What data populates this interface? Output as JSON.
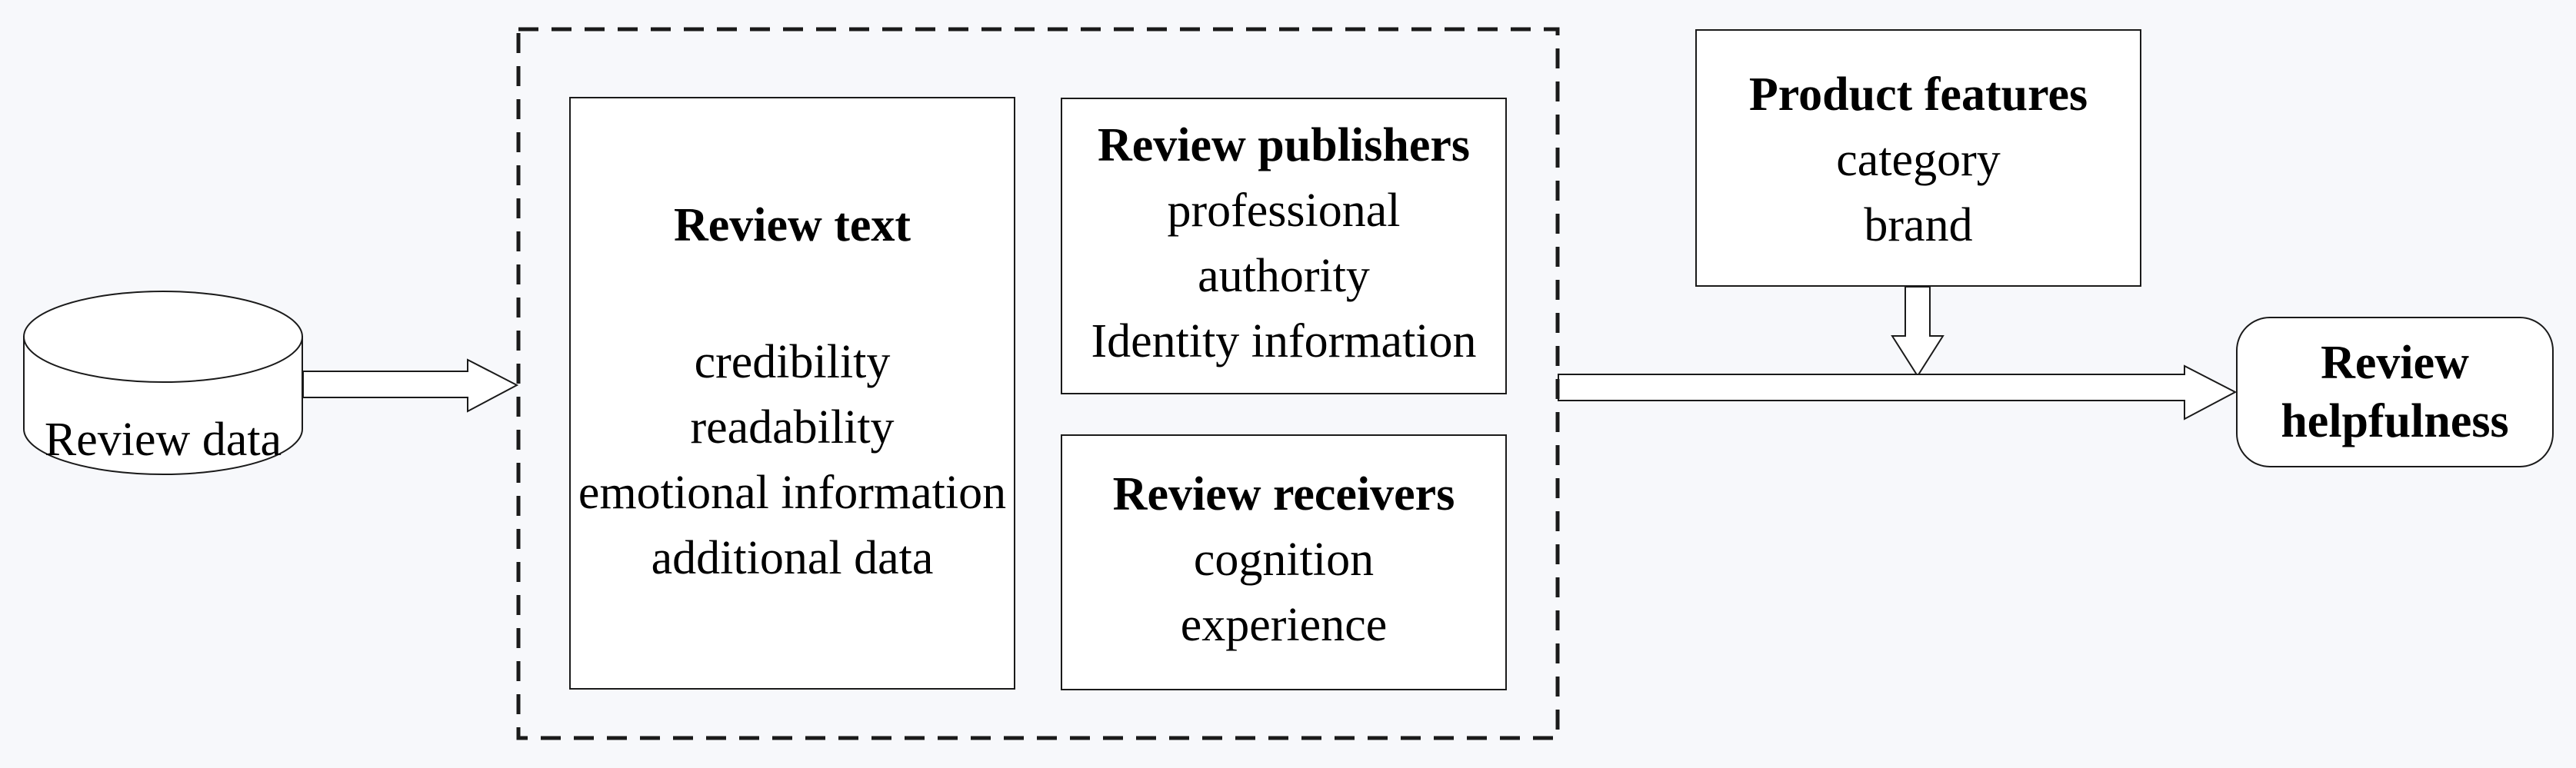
{
  "diagram": {
    "source": {
      "label": "Review data"
    },
    "review_text": {
      "title": "Review text",
      "items": [
        "credibility",
        "readability",
        "emotional information",
        "additional data"
      ]
    },
    "review_publishers": {
      "title": "Review publishers",
      "items": [
        "professional",
        "authority",
        "Identity information"
      ]
    },
    "review_receivers": {
      "title": "Review receivers",
      "items": [
        "cognition",
        "experience"
      ]
    },
    "product_features": {
      "title": "Product features",
      "items": [
        "category",
        "brand"
      ]
    },
    "outcome": {
      "lines": [
        "Review",
        "helpfulness"
      ]
    }
  },
  "colors": {
    "background": "#f7f8fb",
    "stroke": "#1a1a1a",
    "box_fill": "#ffffff",
    "text": "#000000"
  }
}
